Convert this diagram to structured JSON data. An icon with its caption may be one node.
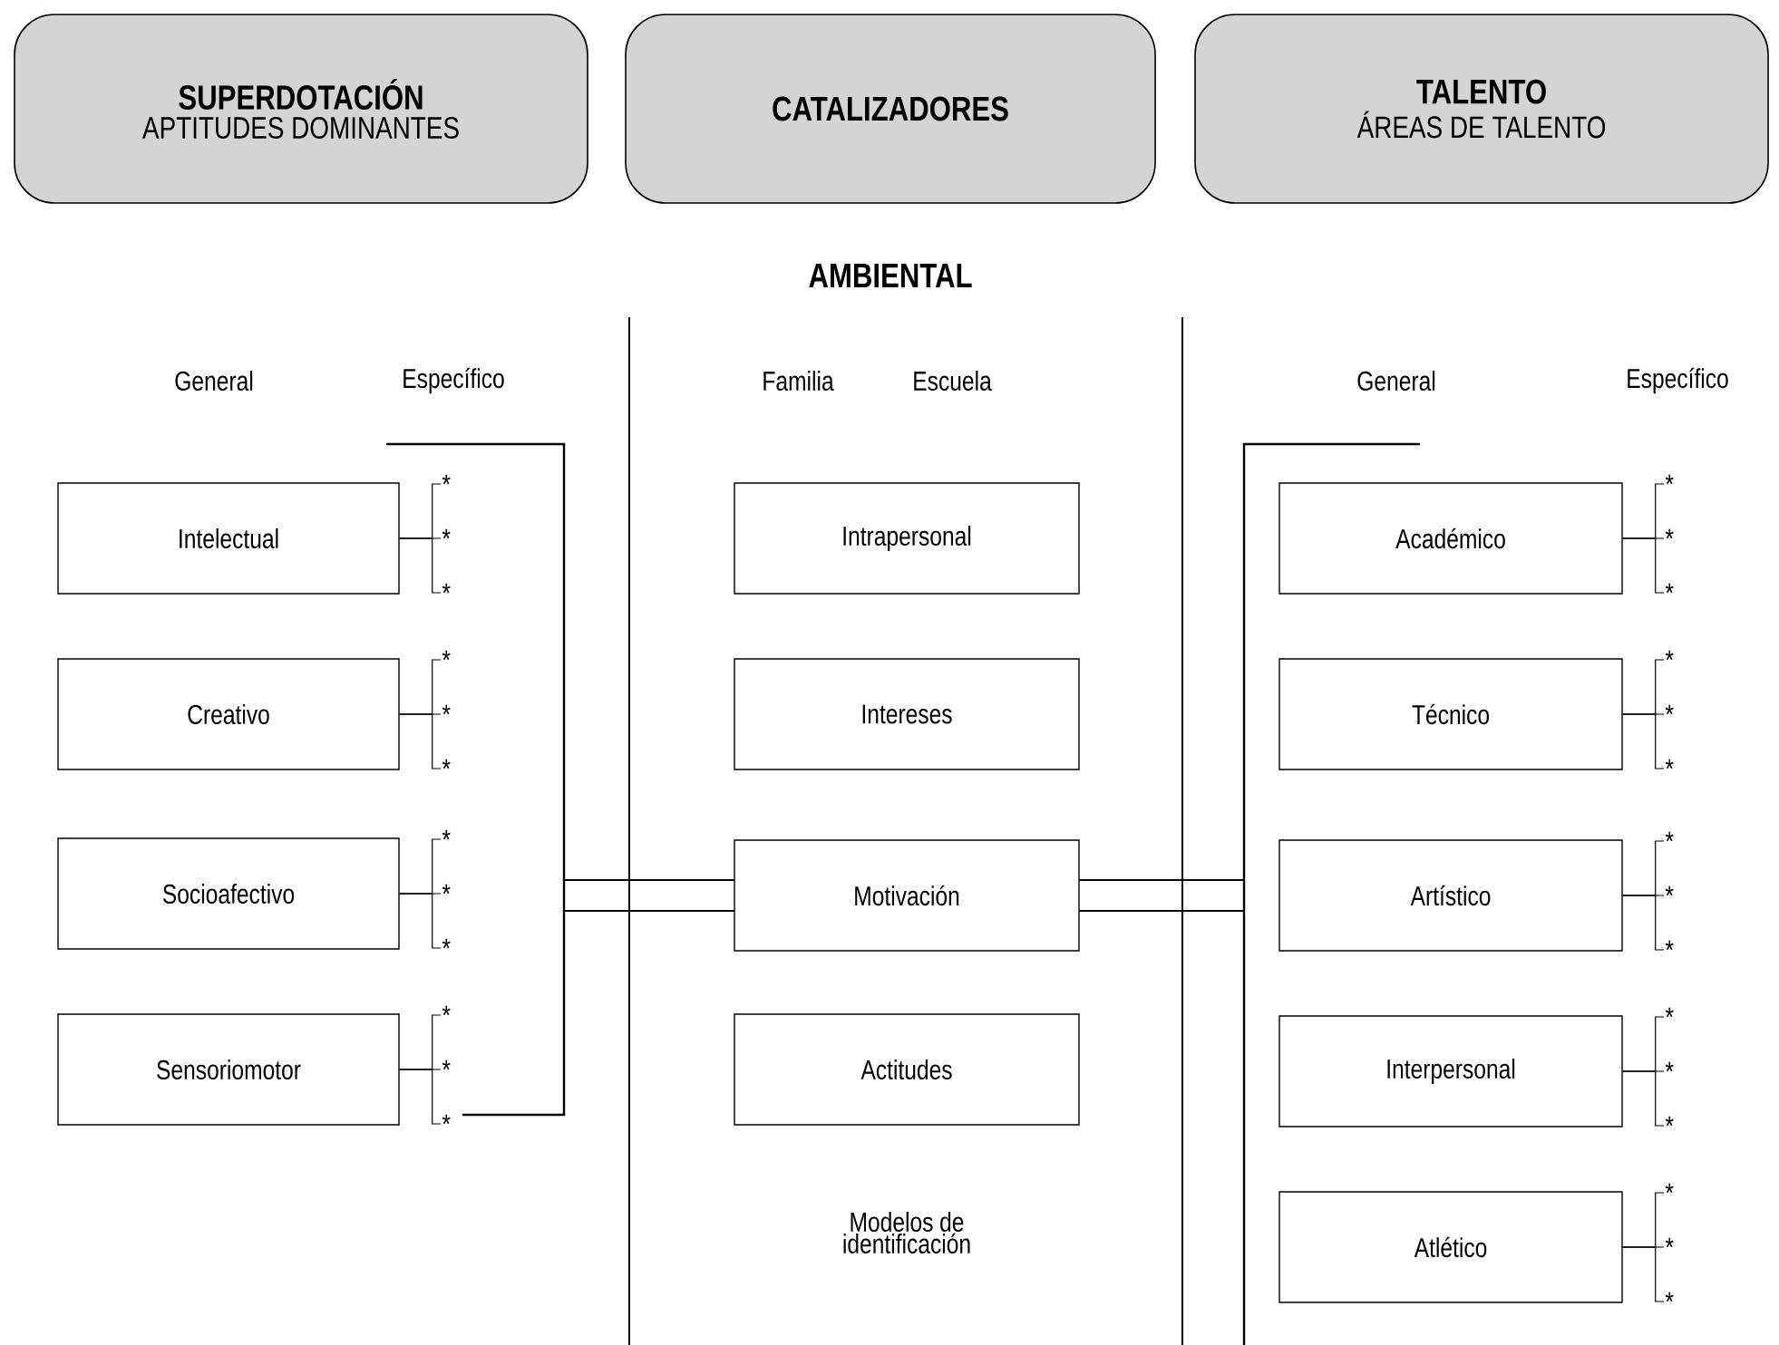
{
  "diagram": {
    "nodes": [
      {
        "text": [
          "SUPERDOTACIÓN",
          "APTITUDES DOMINANTES"
        ]
      },
      {
        "text": [
          "CATALIZADORES"
        ]
      },
      {
        "text": [
          "TALENTO",
          "ÁREAS DE TALENTO"
        ]
      },
      {
        "text": [
          "Intelectual"
        ]
      },
      {
        "text": [
          "Creativo"
        ]
      },
      {
        "text": [
          "Socioafectivo"
        ]
      },
      {
        "text": [
          "Sensoriomotor"
        ]
      },
      {
        "text": [
          "Intrapersonal"
        ]
      },
      {
        "text": [
          "Intereses"
        ]
      },
      {
        "text": [
          "Motivación"
        ]
      },
      {
        "text": [
          "Actitudes"
        ]
      },
      {
        "text": [
          "Académico"
        ]
      },
      {
        "text": [
          "Técnico"
        ]
      },
      {
        "text": [
          "Artístico"
        ]
      },
      {
        "text": [
          "Interpersonal"
        ]
      },
      {
        "text": [
          "Atlético"
        ]
      },
      {
        "text": [
          "*"
        ]
      },
      {
        "text": [
          "*"
        ]
      },
      {
        "text": [
          "*"
        ]
      },
      {
        "text": [
          "*"
        ]
      },
      {
        "text": [
          "*"
        ]
      },
      {
        "text": [
          "*"
        ]
      },
      {
        "text": [
          "*"
        ]
      },
      {
        "text": [
          "*"
        ]
      },
      {
        "text": [
          "*"
        ]
      },
      {
        "text": [
          "*"
        ]
      },
      {
        "text": [
          "*"
        ]
      },
      {
        "text": [
          "*"
        ]
      },
      {
        "text": [
          "*"
        ]
      },
      {
        "text": [
          "*"
        ]
      },
      {
        "text": [
          "*"
        ]
      },
      {
        "text": [
          "*"
        ]
      },
      {
        "text": [
          "*"
        ]
      },
      {
        "text": [
          "*"
        ]
      },
      {
        "text": [
          "*"
        ]
      },
      {
        "text": [
          "*"
        ]
      },
      {
        "text": [
          "*"
        ]
      },
      {
        "text": [
          "*"
        ]
      },
      {
        "text": [
          "*"
        ]
      },
      {
        "text": [
          "*"
        ]
      },
      {
        "text": [
          "*"
        ]
      },
      {
        "text": [
          "*"
        ]
      },
      {
        "text": [
          "*"
        ]
      },
      {
        "text": [],
        "shape": "bracket"
      },
      {
        "text": [],
        "shape": "bracket"
      }
    ],
    "edges": [
      {
        "from": 3,
        "to": 16,
        "arrow": "none"
      },
      {
        "from": 3,
        "to": 17,
        "arrow": "none"
      },
      {
        "from": 3,
        "to": 18,
        "arrow": "none"
      },
      {
        "from": 4,
        "to": 19,
        "arrow": "none"
      },
      {
        "from": 4,
        "to": 20,
        "arrow": "none"
      },
      {
        "from": 4,
        "to": 21,
        "arrow": "none"
      },
      {
        "from": 5,
        "to": 22,
        "arrow": "none"
      },
      {
        "from": 5,
        "to": 23,
        "arrow": "none"
      },
      {
        "from": 5,
        "to": 24,
        "arrow": "none"
      },
      {
        "from": 6,
        "to": 25,
        "arrow": "none"
      },
      {
        "from": 6,
        "to": 26,
        "arrow": "none"
      },
      {
        "from": 6,
        "to": 27,
        "arrow": "none"
      },
      {
        "from": 11,
        "to": 28,
        "arrow": "none"
      },
      {
        "from": 11,
        "to": 29,
        "arrow": "none"
      },
      {
        "from": 11,
        "to": 30,
        "arrow": "none"
      },
      {
        "from": 12,
        "to": 31,
        "arrow": "none"
      },
      {
        "from": 12,
        "to": 32,
        "arrow": "none"
      },
      {
        "from": 12,
        "to": 33,
        "arrow": "none"
      },
      {
        "from": 13,
        "to": 34,
        "arrow": "none"
      },
      {
        "from": 13,
        "to": 35,
        "arrow": "none"
      },
      {
        "from": 13,
        "to": 36,
        "arrow": "none"
      },
      {
        "from": 14,
        "to": 37,
        "arrow": "none"
      },
      {
        "from": 14,
        "to": 38,
        "arrow": "none"
      },
      {
        "from": 14,
        "to": 39,
        "arrow": "none"
      },
      {
        "from": 15,
        "to": 40,
        "arrow": "none"
      },
      {
        "from": 15,
        "to": 41,
        "arrow": "none"
      },
      {
        "from": 15,
        "to": 42,
        "arrow": "none"
      },
      {
        "from": 43,
        "to": 9,
        "arrow": "none"
      },
      {
        "from": 9,
        "to": 44,
        "arrow": "none"
      }
    ],
    "labels": [
      "AMBIENTAL",
      "General",
      "Específico",
      "Familia",
      "Escuela",
      "General",
      "Específico",
      "Modelos de identificación"
    ]
  }
}
